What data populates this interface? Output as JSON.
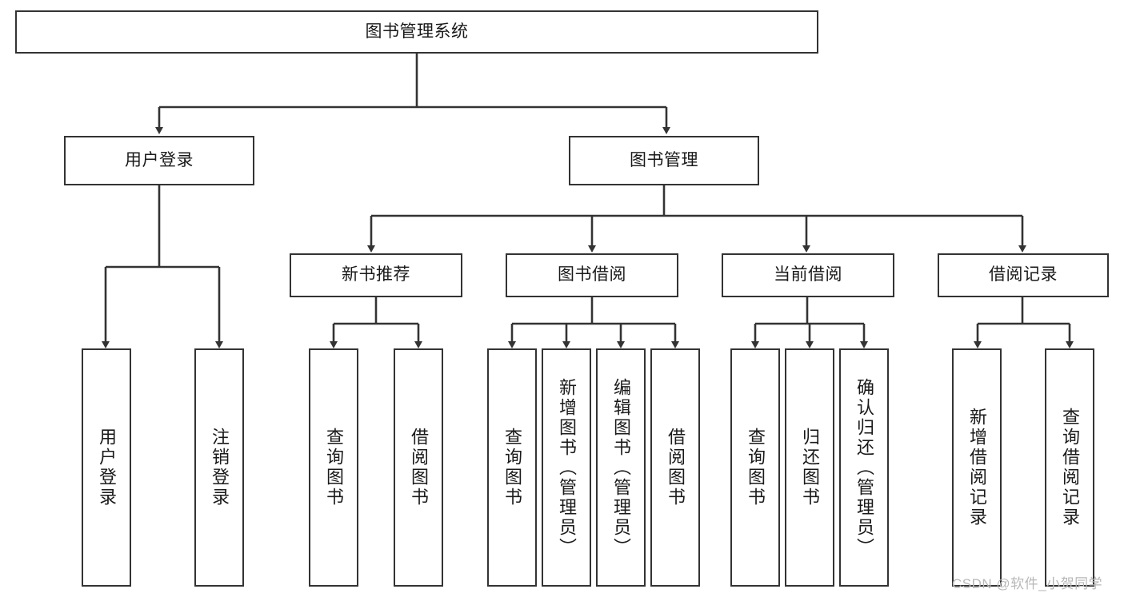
{
  "diagram": {
    "title": "图书管理系统",
    "type": "tree",
    "watermark": "CSDN @软件_小贺同学",
    "colors": {
      "node_border": "#333333",
      "node_fill": "#ffffff",
      "connector": "#333333",
      "text": "#1a1a1a",
      "watermark": "#b8b8b8"
    },
    "nodes": {
      "root": {
        "label": "图书管理系统"
      },
      "level2": [
        {
          "id": "user-login",
          "label": "用户登录"
        },
        {
          "id": "book-management",
          "label": "图书管理"
        }
      ],
      "level3": [
        {
          "id": "new-book-recommend",
          "label": "新书推荐"
        },
        {
          "id": "book-borrow",
          "label": "图书借阅"
        },
        {
          "id": "current-borrow",
          "label": "当前借阅"
        },
        {
          "id": "borrow-record",
          "label": "借阅记录"
        }
      ],
      "leaves": {
        "user-login": [
          {
            "id": "leaf-user-login",
            "label": "用户登录"
          },
          {
            "id": "leaf-logout-login",
            "label": "注销登录"
          }
        ],
        "new-book-recommend": [
          {
            "id": "leaf-query-book-1",
            "label": "查询图书"
          },
          {
            "id": "leaf-borrow-book-1",
            "label": "借阅图书"
          }
        ],
        "book-borrow": [
          {
            "id": "leaf-query-book-2",
            "label": "查询图书"
          },
          {
            "id": "leaf-add-book",
            "label": "新增图书（管理员）"
          },
          {
            "id": "leaf-edit-book",
            "label": "编辑图书（管理员）"
          },
          {
            "id": "leaf-borrow-book-2",
            "label": "借阅图书"
          }
        ],
        "current-borrow": [
          {
            "id": "leaf-query-book-3",
            "label": "查询图书"
          },
          {
            "id": "leaf-return-book",
            "label": "归还图书"
          },
          {
            "id": "leaf-confirm-return",
            "label": "确认归还（管理员）"
          }
        ],
        "borrow-record": [
          {
            "id": "leaf-add-record",
            "label": "新增借阅记录"
          },
          {
            "id": "leaf-query-record",
            "label": "查询借阅记录"
          }
        ]
      }
    }
  }
}
